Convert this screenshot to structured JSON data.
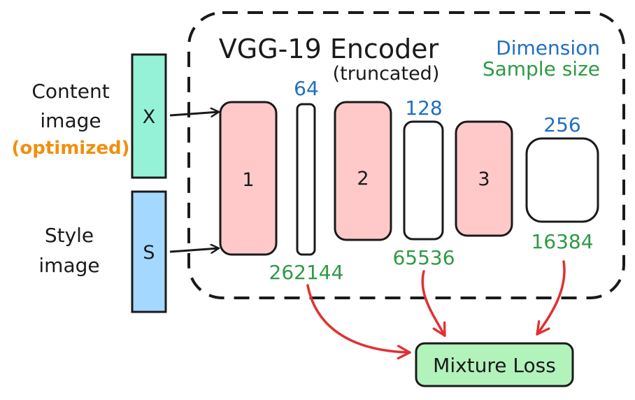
{
  "encoder": {
    "title": "VGG-19 Encoder",
    "subtitle": "(truncated)"
  },
  "legend": {
    "dimension": "Dimension",
    "sample_size": "Sample size"
  },
  "inputs": {
    "content_line1": "Content",
    "content_line2": "image",
    "content_line3": "(optimized)",
    "content_symbol": "X",
    "style_line1": "Style",
    "style_line2": "image",
    "style_symbol": "S"
  },
  "blocks": [
    {
      "label": "1"
    },
    {
      "label": "2"
    },
    {
      "label": "3"
    }
  ],
  "features": [
    {
      "dimension": "64",
      "sample_size": "262144"
    },
    {
      "dimension": "128",
      "sample_size": "65536"
    },
    {
      "dimension": "256",
      "sample_size": "16384"
    }
  ],
  "loss": {
    "label": "Mixture Loss"
  },
  "colors": {
    "content_box": "#96f2d7",
    "style_box": "#a5d8ff",
    "conv_block": "#ffc9c9",
    "loss_box": "#b2f2bb",
    "arrow_red": "#e03131",
    "dimension_text": "#1f6fc4",
    "sample_text": "#2f9a45",
    "optimized_text": "#f0900e"
  }
}
